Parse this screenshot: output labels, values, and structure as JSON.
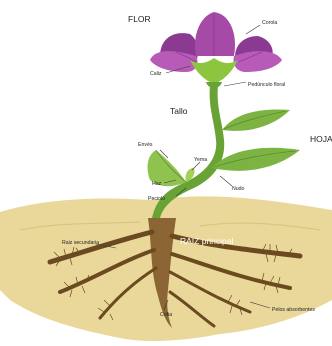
{
  "labels": {
    "flor": "FLOR",
    "corola": "Corola",
    "caliz": "Caliz",
    "pedunculo": "Pedúnculo floral",
    "tallo": "Tallo",
    "hoja": "HOJA",
    "enves": "Envés",
    "yema": "Yema",
    "haz": "Haz",
    "nudo": "Nudo",
    "peciolo": "Peciolo",
    "raiz_principal": "RAIZ principal",
    "raiz_secundaria": "Raiz secundaria",
    "pelos_absorbentes": "Pelos absorbentes",
    "cofia": "Cofia"
  },
  "colors": {
    "petal": "#a64aa8",
    "petal_dark": "#7e2f86",
    "sepal": "#8cc63f",
    "leaf": "#7cb342",
    "soil": "#e9d89a",
    "root": "#8b6534"
  }
}
